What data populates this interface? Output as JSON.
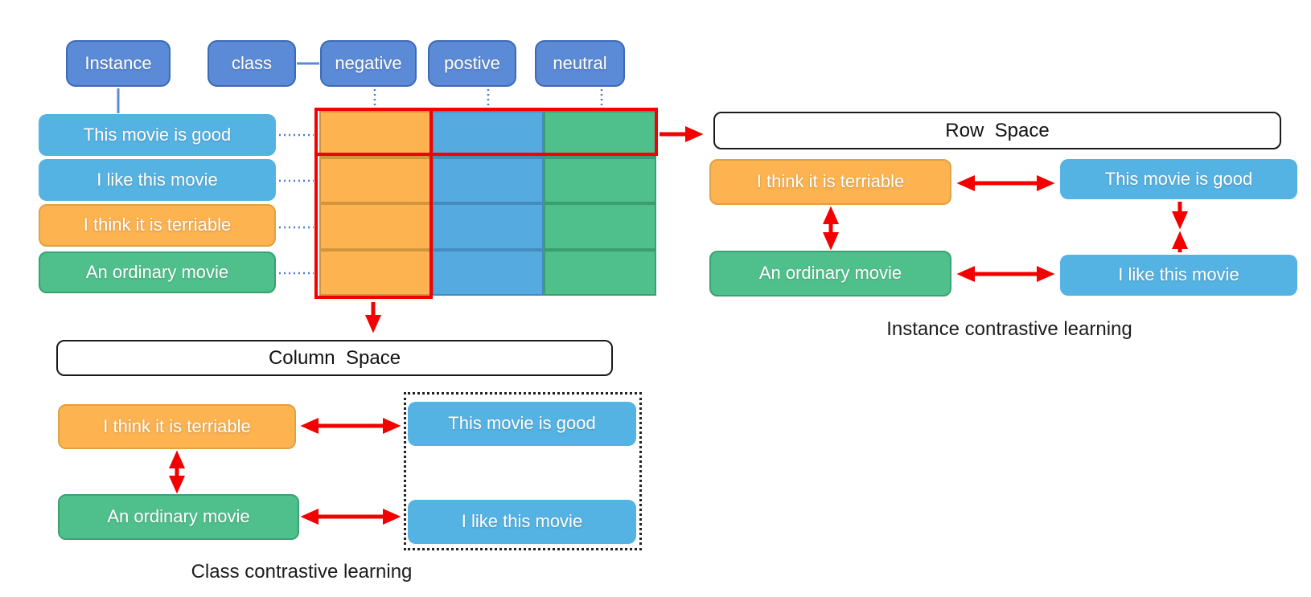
{
  "top_labels": {
    "instance": "Instance",
    "class": "class",
    "negative": "negative",
    "positive": "postive",
    "neutral": "neutral"
  },
  "instances": {
    "good": "This movie is good",
    "like": "I like this movie",
    "terrible": "I think it is terriable",
    "ordinary": "An ordinary movie"
  },
  "row_space": {
    "title": "Row  Space",
    "caption": "Instance contrastive learning"
  },
  "column_space": {
    "title": "Column  Space",
    "caption": "Class contrastive learning"
  },
  "matrix": {
    "rows": 4,
    "columns": [
      {
        "name": "negative",
        "fill": "#fcb350",
        "border": "#d2953c"
      },
      {
        "name": "postive",
        "fill": "#55aadf",
        "border": "#448cbf"
      },
      {
        "name": "neutral",
        "fill": "#4fc08c",
        "border": "#3a9e70"
      }
    ]
  },
  "colors": {
    "class_box_blue": "#5b8ad6",
    "instance_sky_blue": "#55b3e4",
    "negative_orange": "#fcb350",
    "neutral_green": "#4fc08c",
    "highlight_red": "#f30000",
    "connector_blue": "#4a7cc7"
  }
}
